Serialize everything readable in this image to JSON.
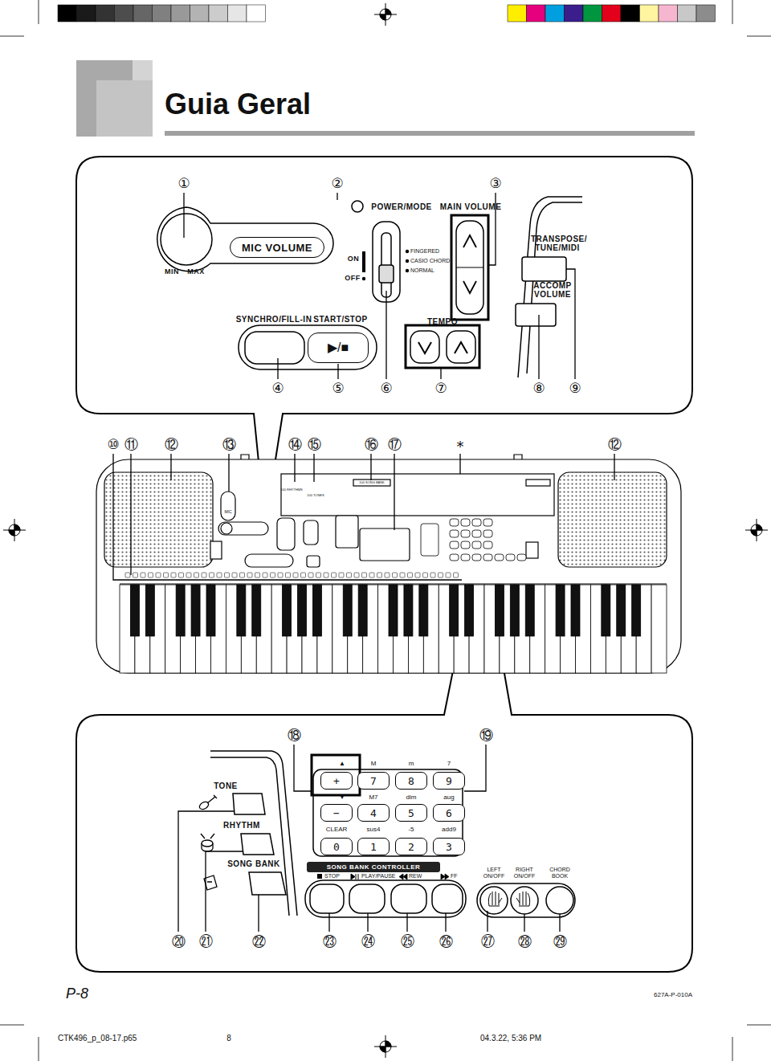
{
  "diagram": {
    "title": "Guia Geral",
    "nodes": [
      {
        "text": [
          "MIC VOLUME"
        ]
      },
      {
        "text": [
          "▶/■"
        ]
      },
      {
        "text": [
          "SONG BANK CONTROLLER"
        ]
      },
      {
        "text": [
          "+"
        ]
      },
      {
        "text": [
          "7"
        ]
      },
      {
        "text": [
          "8"
        ]
      },
      {
        "text": [
          "9"
        ]
      },
      {
        "text": [
          "−"
        ]
      },
      {
        "text": [
          "4"
        ]
      },
      {
        "text": [
          "5"
        ]
      },
      {
        "text": [
          "6"
        ]
      },
      {
        "text": [
          "0"
        ]
      },
      {
        "text": [
          "1"
        ]
      },
      {
        "text": [
          "2"
        ]
      },
      {
        "text": [
          "3"
        ]
      }
    ],
    "labels": [
      "①",
      "②",
      "③",
      "POWER/MODE",
      "MAIN VOLUME",
      "MIN",
      "MAX",
      "ON",
      "OFF",
      "FINGERED",
      "CASIO CHORD",
      "NORMAL",
      "TRANSPOSE/ TUNE/MIDI",
      "ACCOMP VOLUME",
      "SYNCHRO/FILL-IN",
      "START/STOP",
      "TEMPO",
      "④",
      "⑤",
      "⑥",
      "⑦",
      "⑧",
      "⑨",
      "⑩",
      "⑪",
      "⑫",
      "⑬",
      "⑭",
      "⑮",
      "⑯",
      "⑰",
      "*",
      "⑫",
      "MIC",
      "100 RHYTHMS",
      "100 TONES",
      "100 SONG BANK",
      "▲",
      "M",
      "m",
      "7",
      "▼",
      "M7",
      "dim",
      "aug",
      "CLEAR",
      "sus4",
      "-5",
      "add9",
      "TONE",
      "RHYTHM",
      "SONG BANK",
      "⑱",
      "⑲",
      "STOP",
      "PLAY/PAUSE",
      "REW",
      "FF",
      "LEFT ON/OFF",
      "RIGHT ON/OFF",
      "CHORD BOOK",
      "⑳",
      "㉑",
      "㉒",
      "㉓",
      "㉔",
      "㉕",
      "㉖",
      "㉗",
      "㉘",
      "㉙",
      "P-8",
      "627A-P-010A",
      "CTK496_p_08-17.p65",
      "8",
      "04.3.22, 5:36 PM"
    ]
  }
}
